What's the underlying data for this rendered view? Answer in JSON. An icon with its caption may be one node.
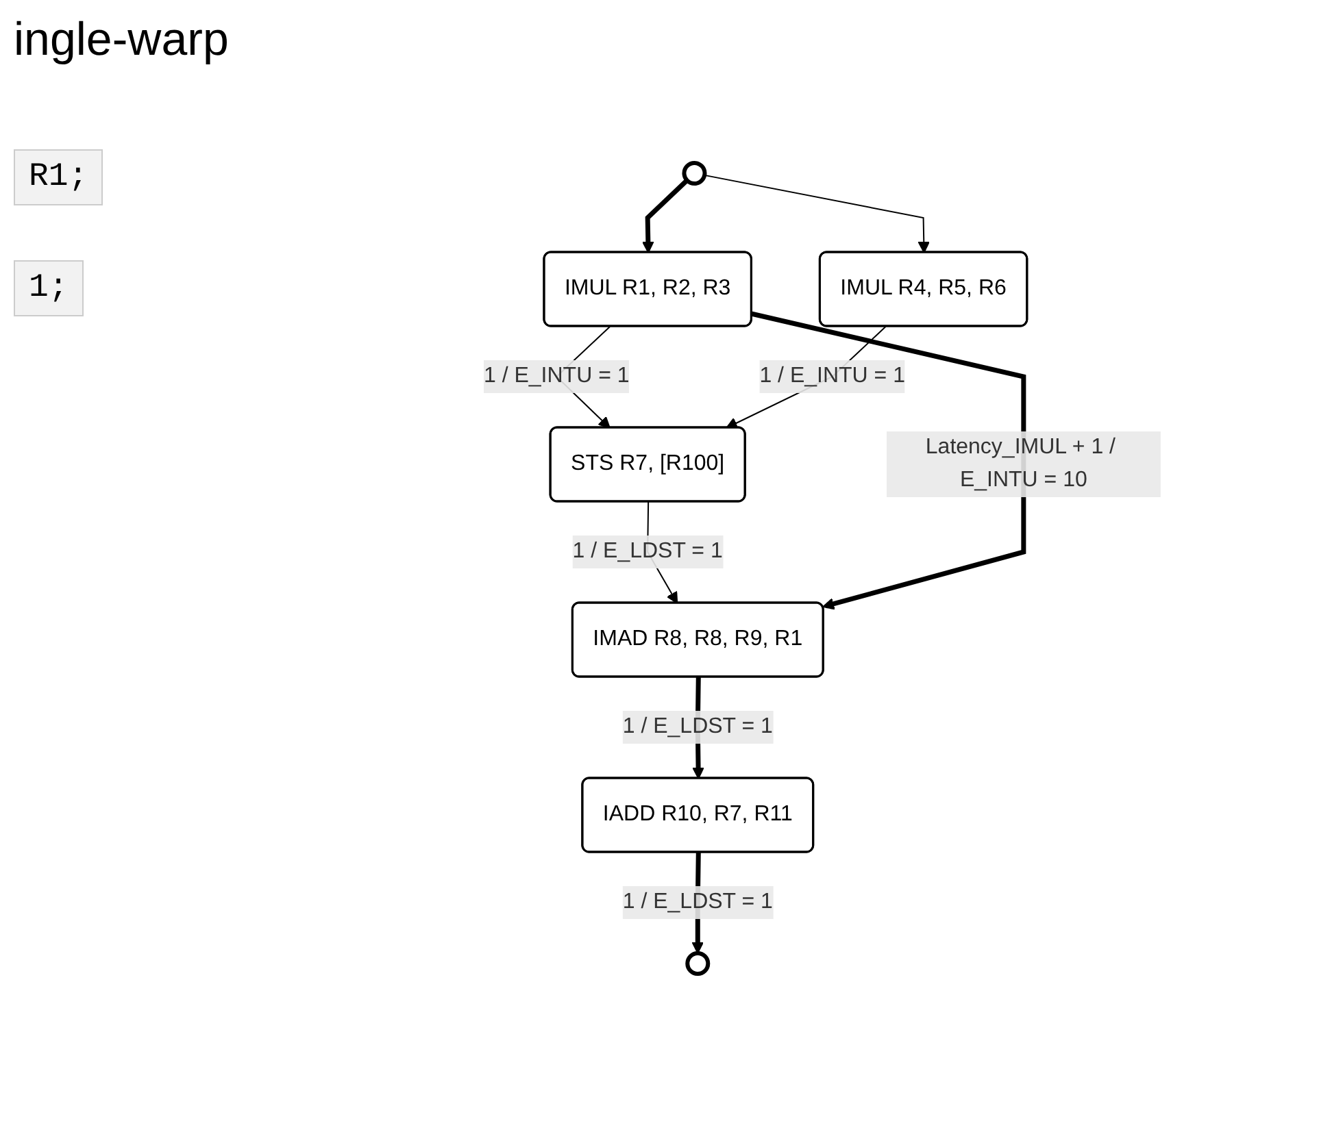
{
  "diagram": {
    "title": "ingle-warp",
    "nodes": [
      {
        "text": [],
        "shape": "circle"
      },
      {
        "text": [
          "IMUL R1, R2, R3"
        ]
      },
      {
        "text": [
          "IMUL R4, R5, R6"
        ]
      },
      {
        "text": [
          "STS R7, [R100]"
        ]
      },
      {
        "text": [
          "IMAD R8, R8, R9, R1"
        ]
      },
      {
        "text": [
          "IADD R10, R7, R11"
        ]
      },
      {
        "text": [],
        "shape": "circle"
      }
    ],
    "edges": [
      {
        "from": 0,
        "to": 1,
        "arrow": "to",
        "style": "thick"
      },
      {
        "from": 0,
        "to": 2,
        "arrow": "to"
      },
      {
        "from": 1,
        "to": 3,
        "arrow": "to",
        "label": "1 / E_INTU = 1"
      },
      {
        "from": 2,
        "to": 3,
        "arrow": "to",
        "label": "1 / E_INTU = 1"
      },
      {
        "from": 3,
        "to": 4,
        "arrow": "to",
        "label": "1 / E_LDST = 1"
      },
      {
        "from": 1,
        "to": 4,
        "arrow": "to",
        "style": "thick",
        "label": "Latency_IMUL + 1 / E_INTU = 10"
      },
      {
        "from": 4,
        "to": 5,
        "arrow": "to",
        "style": "thick",
        "label": "1 / E_LDST = 1"
      },
      {
        "from": 5,
        "to": 6,
        "arrow": "to",
        "style": "thick",
        "label": "1 / E_LDST = 1"
      }
    ],
    "labels": [
      "R1;",
      "1;"
    ]
  }
}
